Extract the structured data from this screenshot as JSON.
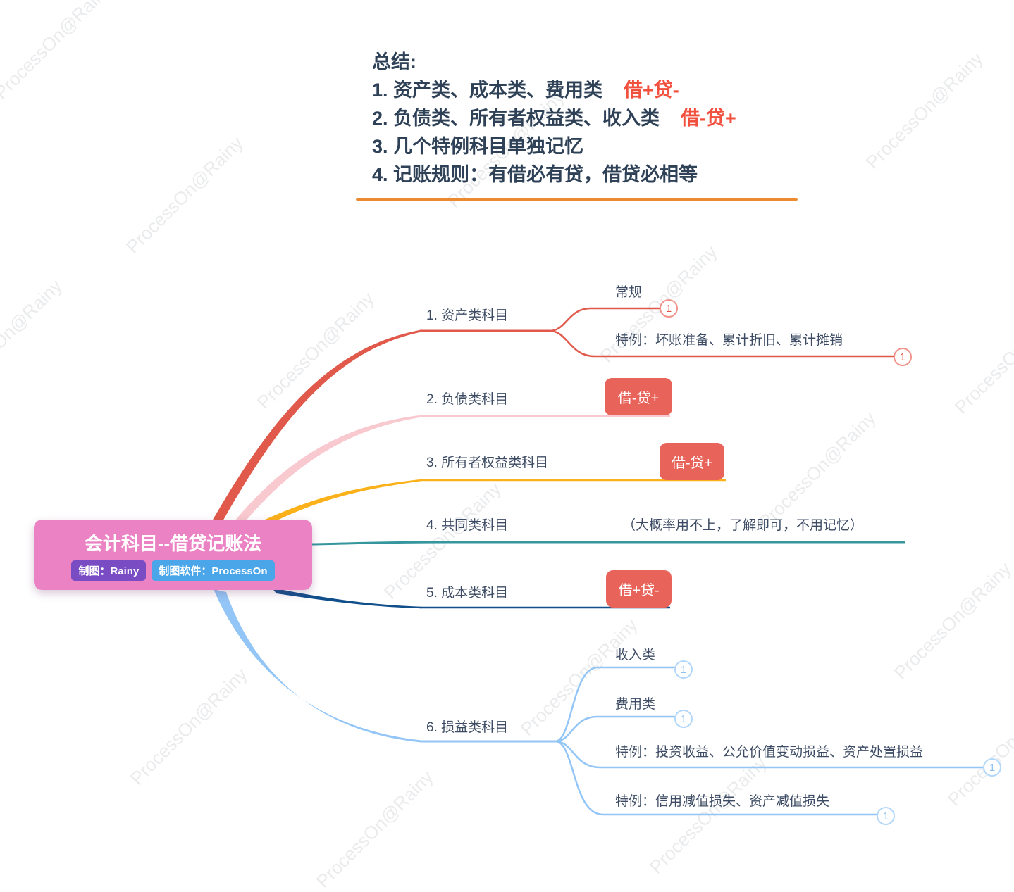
{
  "summary": {
    "title": "总结:",
    "items": [
      {
        "text": "1. 资产类、成本类、费用类",
        "highlight": "借+贷-"
      },
      {
        "text": "2. 负债类、所有者权益类、收入类",
        "highlight": "借-贷+"
      },
      {
        "text": "3. 几个特例科目单独记忆",
        "highlight": ""
      },
      {
        "text": "4. 记账规则：有借必有贷，借贷必相等",
        "highlight": ""
      }
    ]
  },
  "root": {
    "title": "会计科目--借贷记账法",
    "badges": [
      {
        "label": "制图：Rainy"
      },
      {
        "label": "制图软件：ProcessOn"
      }
    ]
  },
  "branches": [
    {
      "label": "1. 资产类科目",
      "children": [
        {
          "label": "常规",
          "badge": "1"
        },
        {
          "label": "特例：坏账准备、累计折旧、累计摊销",
          "badge": "1"
        }
      ]
    },
    {
      "label": "2. 负债类科目",
      "tag": "借-贷+"
    },
    {
      "label": "3. 所有者权益类科目",
      "tag": "借-贷+"
    },
    {
      "label": "4. 共同类科目",
      "note": "（大概率用不上，了解即可，不用记忆）"
    },
    {
      "label": "5. 成本类科目",
      "tag": "借+贷-"
    },
    {
      "label": "6. 损益类科目",
      "children": [
        {
          "label": "收入类",
          "badge": "1"
        },
        {
          "label": "费用类",
          "badge": "1"
        },
        {
          "label": "特例：投资收益、公允价值变动损益、资产处置损益",
          "badge": "1"
        },
        {
          "label": "特例：信用减值损失、资产减值损失",
          "badge": "1"
        }
      ]
    }
  ],
  "watermark": {
    "text": "ProcessOn@Rainy"
  },
  "colors": {
    "summary-text": "#2e4157",
    "summary-red": "#f2503e",
    "label-text": "#3d4c64",
    "branch-red": "#e0594a",
    "branch-pink": "#f8c9cf",
    "branch-yellow": "#fbb11a",
    "branch-teal": "#35969e",
    "branch-navy": "#114f8b",
    "branch-blue": "#93c6f6",
    "tag-bg": "#e8635a",
    "circle-red-stroke": "#f0938a",
    "circle-red-text": "#e25446",
    "circle-blue-stroke": "#b3d8f9",
    "circle-blue-text": "#8cc1f1",
    "node-pink": "#ea82c4",
    "badge-purple": "#7a4cc4",
    "badge-blue": "#4aa5e9",
    "underline": "#e98b2e",
    "watermark": "rgba(90,100,115,0.13)"
  }
}
